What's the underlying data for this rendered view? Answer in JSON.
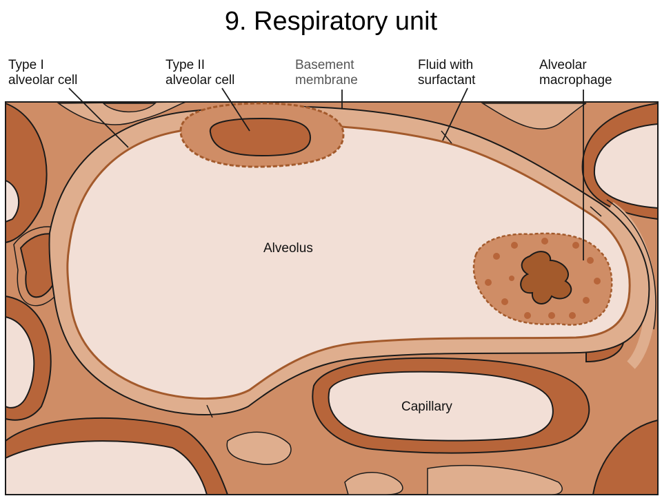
{
  "title": "9. Respiratory unit",
  "labels": {
    "type1_line1": "Type I",
    "type1_line2": "alveolar cell",
    "type2_line1": "Type II",
    "type2_line2": "alveolar cell",
    "basement_line1": "Basement",
    "basement_line2": "membrane",
    "fluid_line1": "Fluid with",
    "fluid_line2": "surfactant",
    "macro_line1": "Alveolar",
    "macro_line2": "macrophage",
    "alveolus": "Alveolus",
    "capillary": "Capillary"
  },
  "colors": {
    "tissue_dark": "#b7653a",
    "tissue_mid": "#cf8d66",
    "tissue_light": "#dfae8e",
    "lumen": "#f2dfd6",
    "nucleus": "#a35a2c",
    "outline": "#1a1a1a"
  }
}
